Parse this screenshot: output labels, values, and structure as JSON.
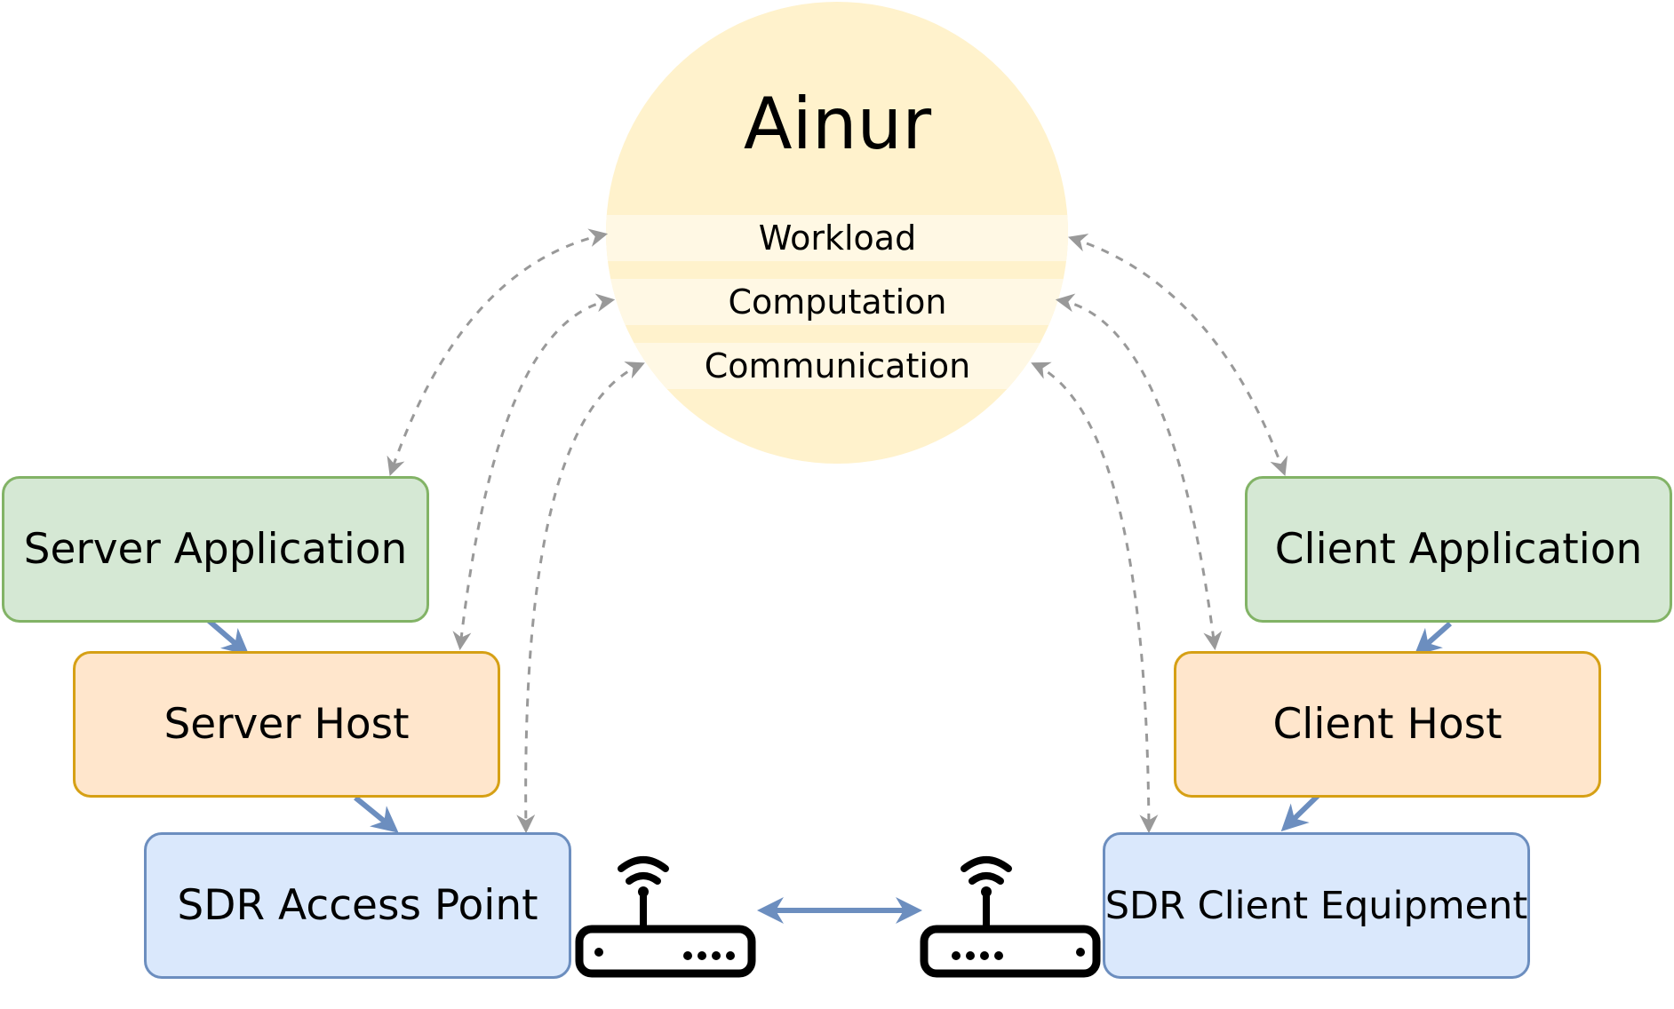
{
  "ainur": {
    "title": "Ainur",
    "layers": [
      "Workload",
      "Computation",
      "Communication"
    ]
  },
  "server_side": {
    "application": "Server Application",
    "host": "Server Host",
    "sdr": "SDR Access Point"
  },
  "client_side": {
    "application": "Client Application",
    "host": "Client Host",
    "sdr": "SDR Client Equipment"
  },
  "colors": {
    "ainur_fill": "#fff2cc",
    "layer_band": "#fff8e4",
    "application_fill": "#d5e8d4",
    "application_border": "#82b366",
    "host_fill": "#ffe6cc",
    "host_border": "#d6a015",
    "sdr_fill": "#dae8fc",
    "sdr_border": "#6c8ebf",
    "flow_arrow": "#6c8ebf",
    "dashed_arrow": "#999999"
  },
  "icons": [
    "wireless-router-icon",
    "wireless-router-icon"
  ]
}
